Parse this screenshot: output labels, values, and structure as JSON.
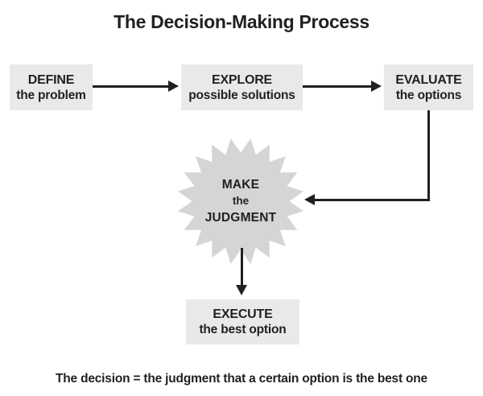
{
  "title": "The Decision-Making Process",
  "steps": {
    "define": {
      "line1": "DEFINE",
      "line2": "the problem"
    },
    "explore": {
      "line1": "EXPLORE",
      "line2": "possible solutions"
    },
    "evaluate": {
      "line1": "EVALUATE",
      "line2": "the options"
    },
    "judgment": {
      "line1": "MAKE",
      "line2": "the",
      "line3": "JUDGMENT"
    },
    "execute": {
      "line1": "EXECUTE",
      "line2": "the best option"
    }
  },
  "caption": "The decision = the judgment that a certain option is the best one",
  "colors": {
    "background": "#ffffff",
    "box_fill": "#e9e9e9",
    "star_fill": "#d5d5d5",
    "ink": "#231f20"
  }
}
